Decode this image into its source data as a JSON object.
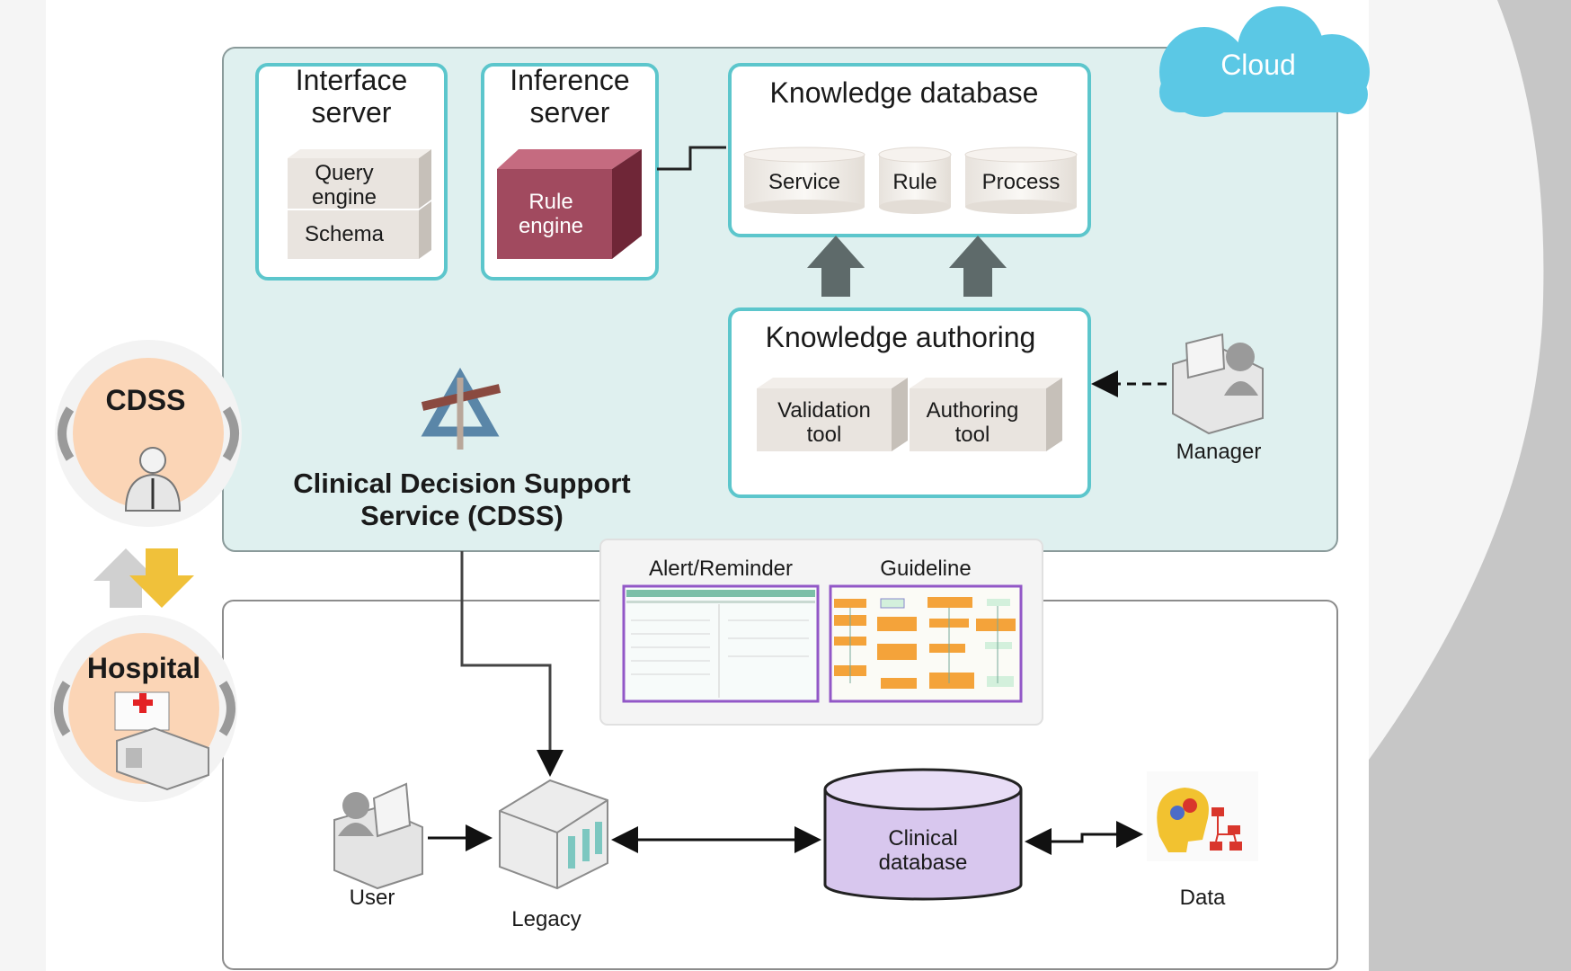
{
  "cloud": {
    "label": "Cloud"
  },
  "interface_server": {
    "title": "Interface server",
    "query_engine": "Query engine",
    "schema": "Schema"
  },
  "inference_server": {
    "title": "Inference server",
    "rule_engine": "Rule engine"
  },
  "knowledge_database": {
    "title": "Knowledge database",
    "items": [
      "Service",
      "Rule",
      "Process"
    ]
  },
  "knowledge_authoring": {
    "title": "Knowledge authoring",
    "validation_tool": "Validation tool",
    "authoring_tool": "Authoring tool"
  },
  "manager": {
    "label": "Manager"
  },
  "cdss_service": {
    "title": "Clinical Decision Support Service (CDSS)"
  },
  "side": {
    "cdss": "CDSS",
    "hospital": "Hospital"
  },
  "screens": {
    "alert": "Alert/Reminder",
    "guideline": "Guideline"
  },
  "hospital_tier": {
    "user": "User",
    "legacy": "Legacy",
    "clinical_db": "Clinical database",
    "data": "Data"
  },
  "colors": {
    "cloud_panel": "#dff0ef",
    "box_border": "#5cc6cc",
    "cloud_icon": "#5bc8e5",
    "rule_engine": "#a14a5f",
    "clinical_db": "#d8c7ee",
    "side_circle": "#fbd5b6"
  }
}
